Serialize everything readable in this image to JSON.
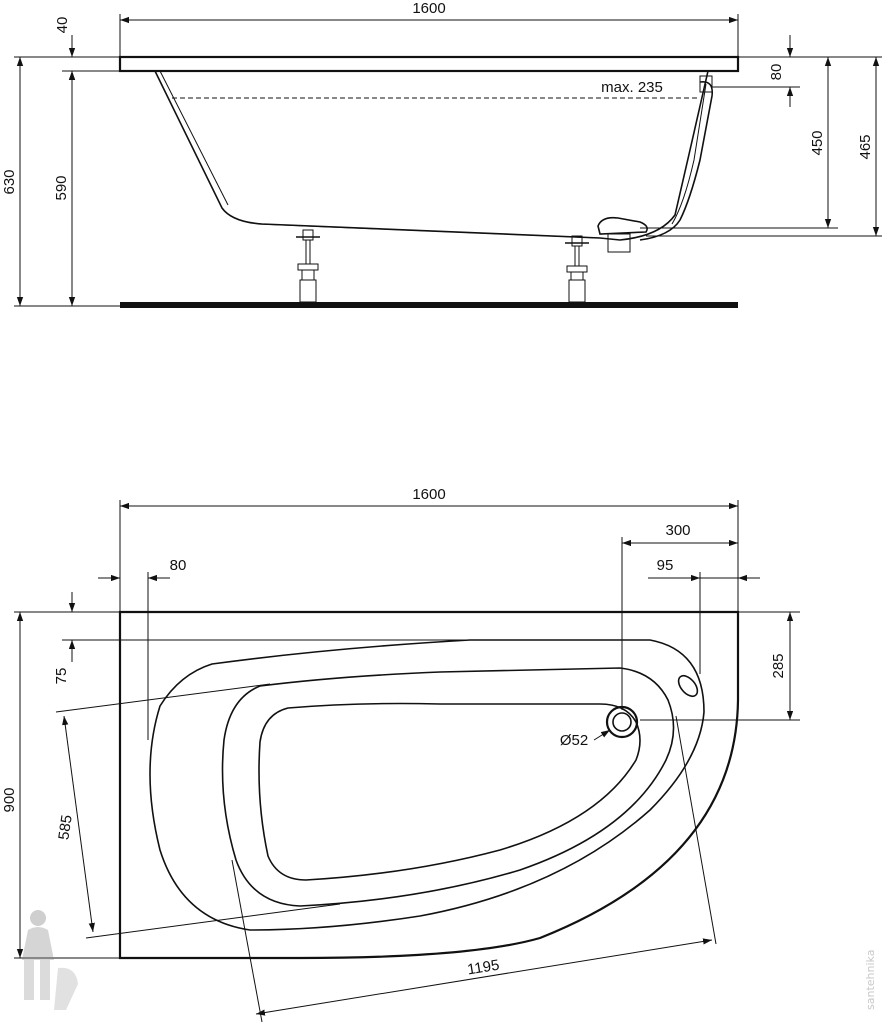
{
  "side_view": {
    "width": "1600",
    "rim_thickness": "40",
    "total_height": "630",
    "height_to_rim": "590",
    "overflow_offset": "80",
    "max_water_line": "max. 235",
    "drain_height": "450",
    "outlet_height": "465"
  },
  "plan_view": {
    "width": "1600",
    "depth": "900",
    "left_rim": "80",
    "drain_offset": "300",
    "overflow_offset": "95",
    "top_rim": "75",
    "drain_depth": "285",
    "drain_diameter": "Ø52",
    "inner_width": "585",
    "inner_length": "1195"
  },
  "watermark": {
    "text": "santehnika"
  },
  "colors": {
    "line": "#111111",
    "background": "#ffffff",
    "watermark": "#c8c8c8"
  }
}
